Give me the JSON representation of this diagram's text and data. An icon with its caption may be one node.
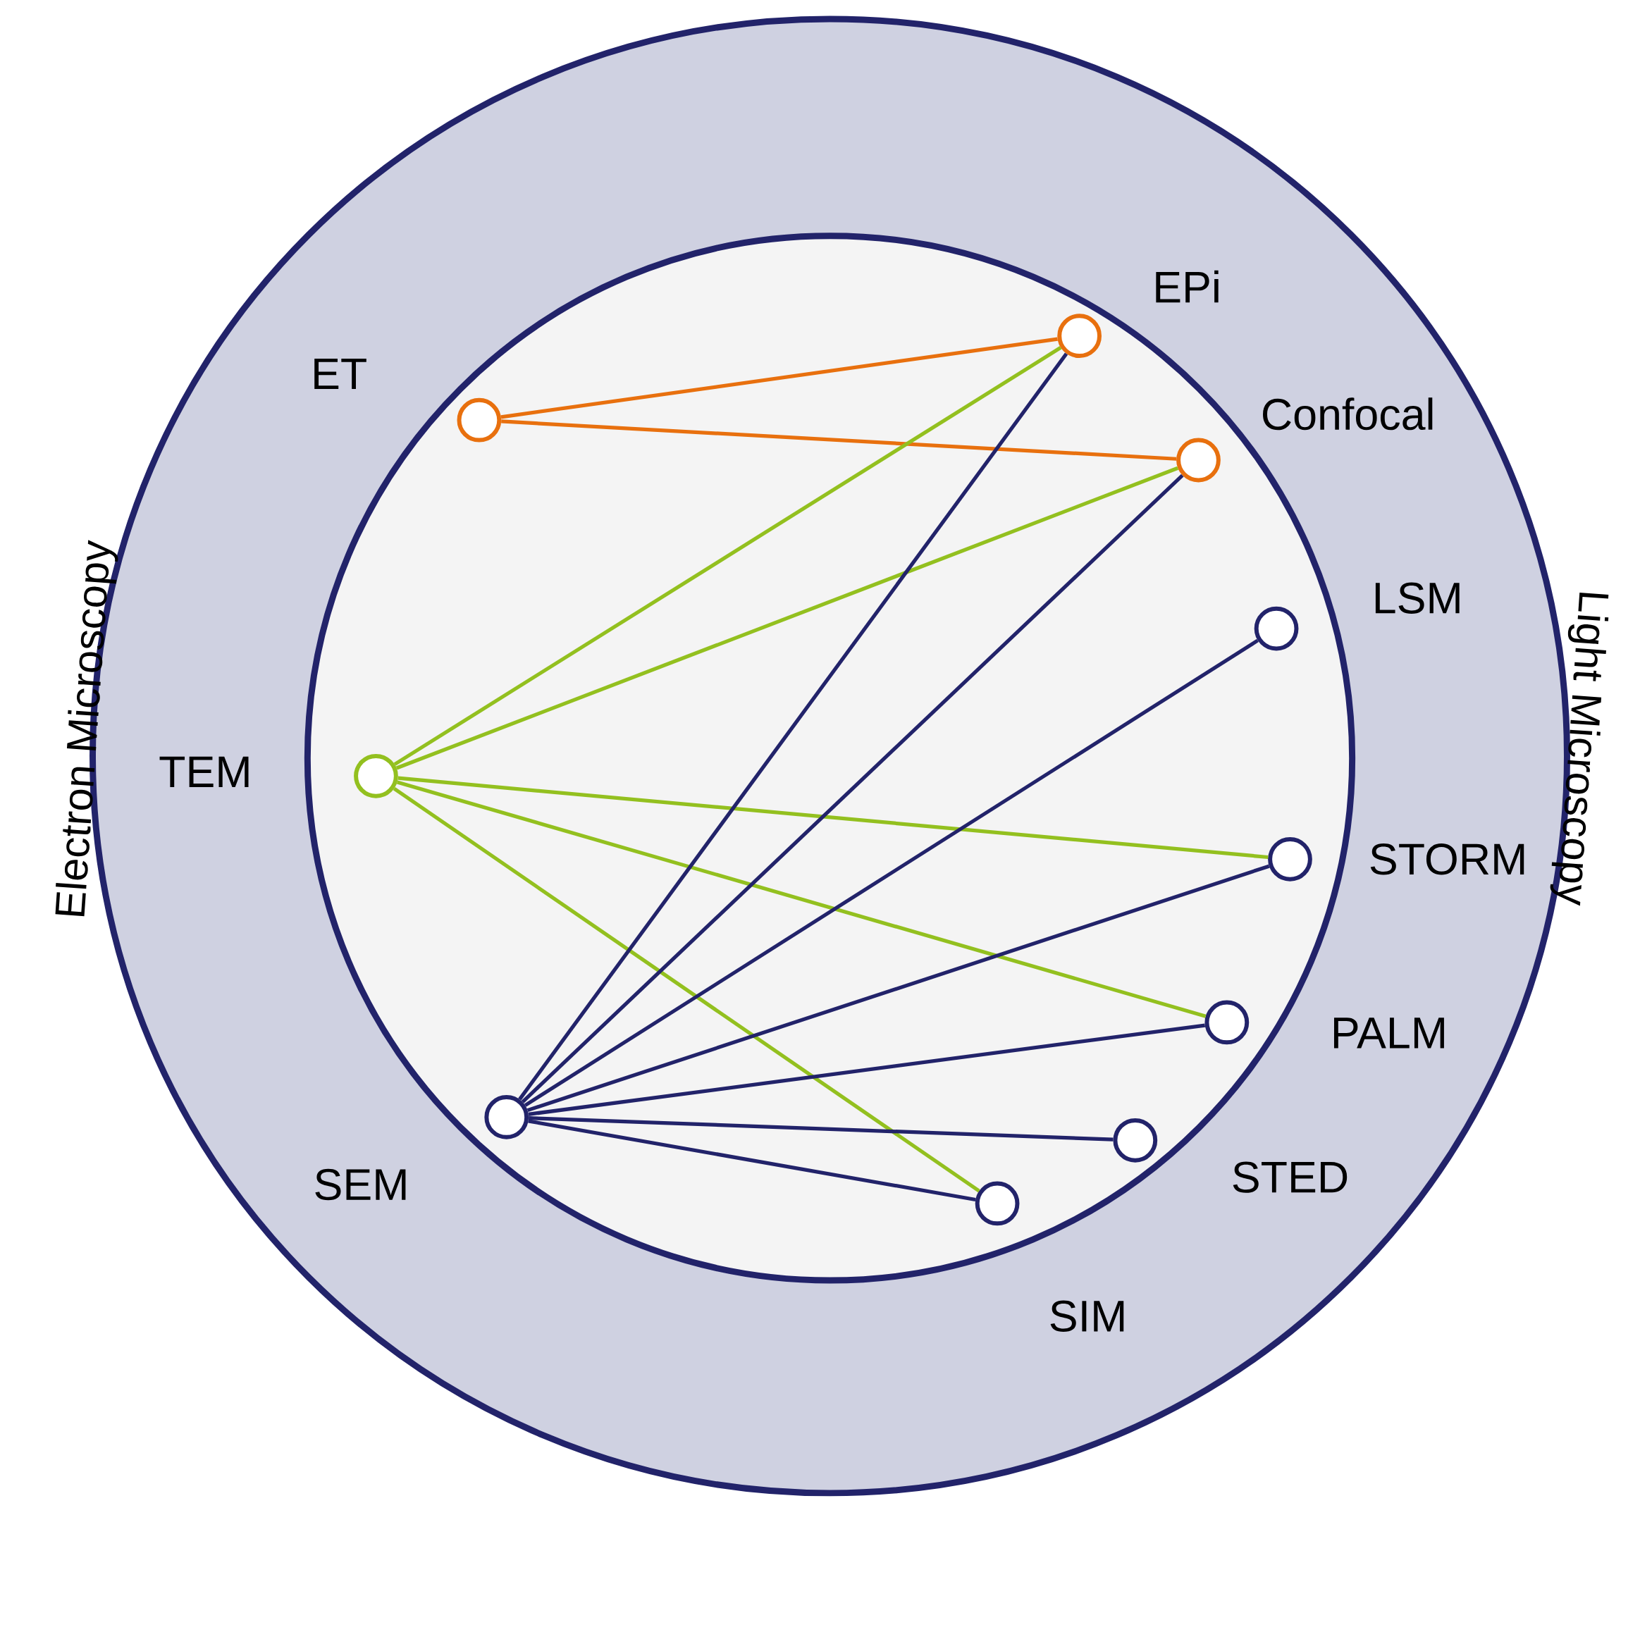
{
  "diagram": {
    "nodes": [
      {
        "text": [
          "Electron Microscopy",
          "Light Microscopy"
        ]
      },
      {
        "text": [],
        "shape": "circle",
        "beside": [
          "EPi"
        ],
        "in": 0
      },
      {
        "text": [],
        "shape": "circle",
        "beside": [
          "ET"
        ],
        "in": 0
      },
      {
        "text": [],
        "shape": "circle",
        "beside": [
          "Confocal"
        ],
        "in": 0
      },
      {
        "text": [],
        "shape": "circle",
        "beside": [
          "LSM"
        ],
        "in": 0
      },
      {
        "text": [],
        "shape": "circle",
        "beside": [
          "TEM"
        ],
        "in": 0
      },
      {
        "text": [],
        "shape": "circle",
        "beside": [
          "STORM"
        ],
        "in": 0
      },
      {
        "text": [],
        "shape": "circle",
        "beside": [
          "PALM"
        ],
        "in": 0
      },
      {
        "text": [],
        "shape": "circle",
        "beside": [
          "SEM"
        ],
        "in": 0
      },
      {
        "text": [],
        "shape": "circle",
        "beside": [
          "STED"
        ],
        "in": 0
      },
      {
        "text": [],
        "shape": "circle",
        "beside": [
          "SIM"
        ],
        "in": 0
      }
    ],
    "edges": [
      {
        "from": 2,
        "to": 1,
        "arrow": "none",
        "color": "#e8700e"
      },
      {
        "from": 2,
        "to": 3,
        "arrow": "none",
        "color": "#e8700e"
      },
      {
        "from": 5,
        "to": 1,
        "arrow": "none",
        "color": "#93c01f"
      },
      {
        "from": 5,
        "to": 3,
        "arrow": "none",
        "color": "#93c01f"
      },
      {
        "from": 5,
        "to": 6,
        "arrow": "none",
        "color": "#93c01f"
      },
      {
        "from": 5,
        "to": 7,
        "arrow": "none",
        "color": "#93c01f"
      },
      {
        "from": 5,
        "to": 10,
        "arrow": "none",
        "color": "#93c01f"
      },
      {
        "from": 8,
        "to": 1,
        "arrow": "none"
      },
      {
        "from": 8,
        "to": 3,
        "arrow": "none"
      },
      {
        "from": 8,
        "to": 4,
        "arrow": "none"
      },
      {
        "from": 8,
        "to": 6,
        "arrow": "none"
      },
      {
        "from": 8,
        "to": 7,
        "arrow": "none"
      },
      {
        "from": 8,
        "to": 9,
        "arrow": "none"
      },
      {
        "from": 8,
        "to": 10,
        "arrow": "none"
      }
    ]
  }
}
